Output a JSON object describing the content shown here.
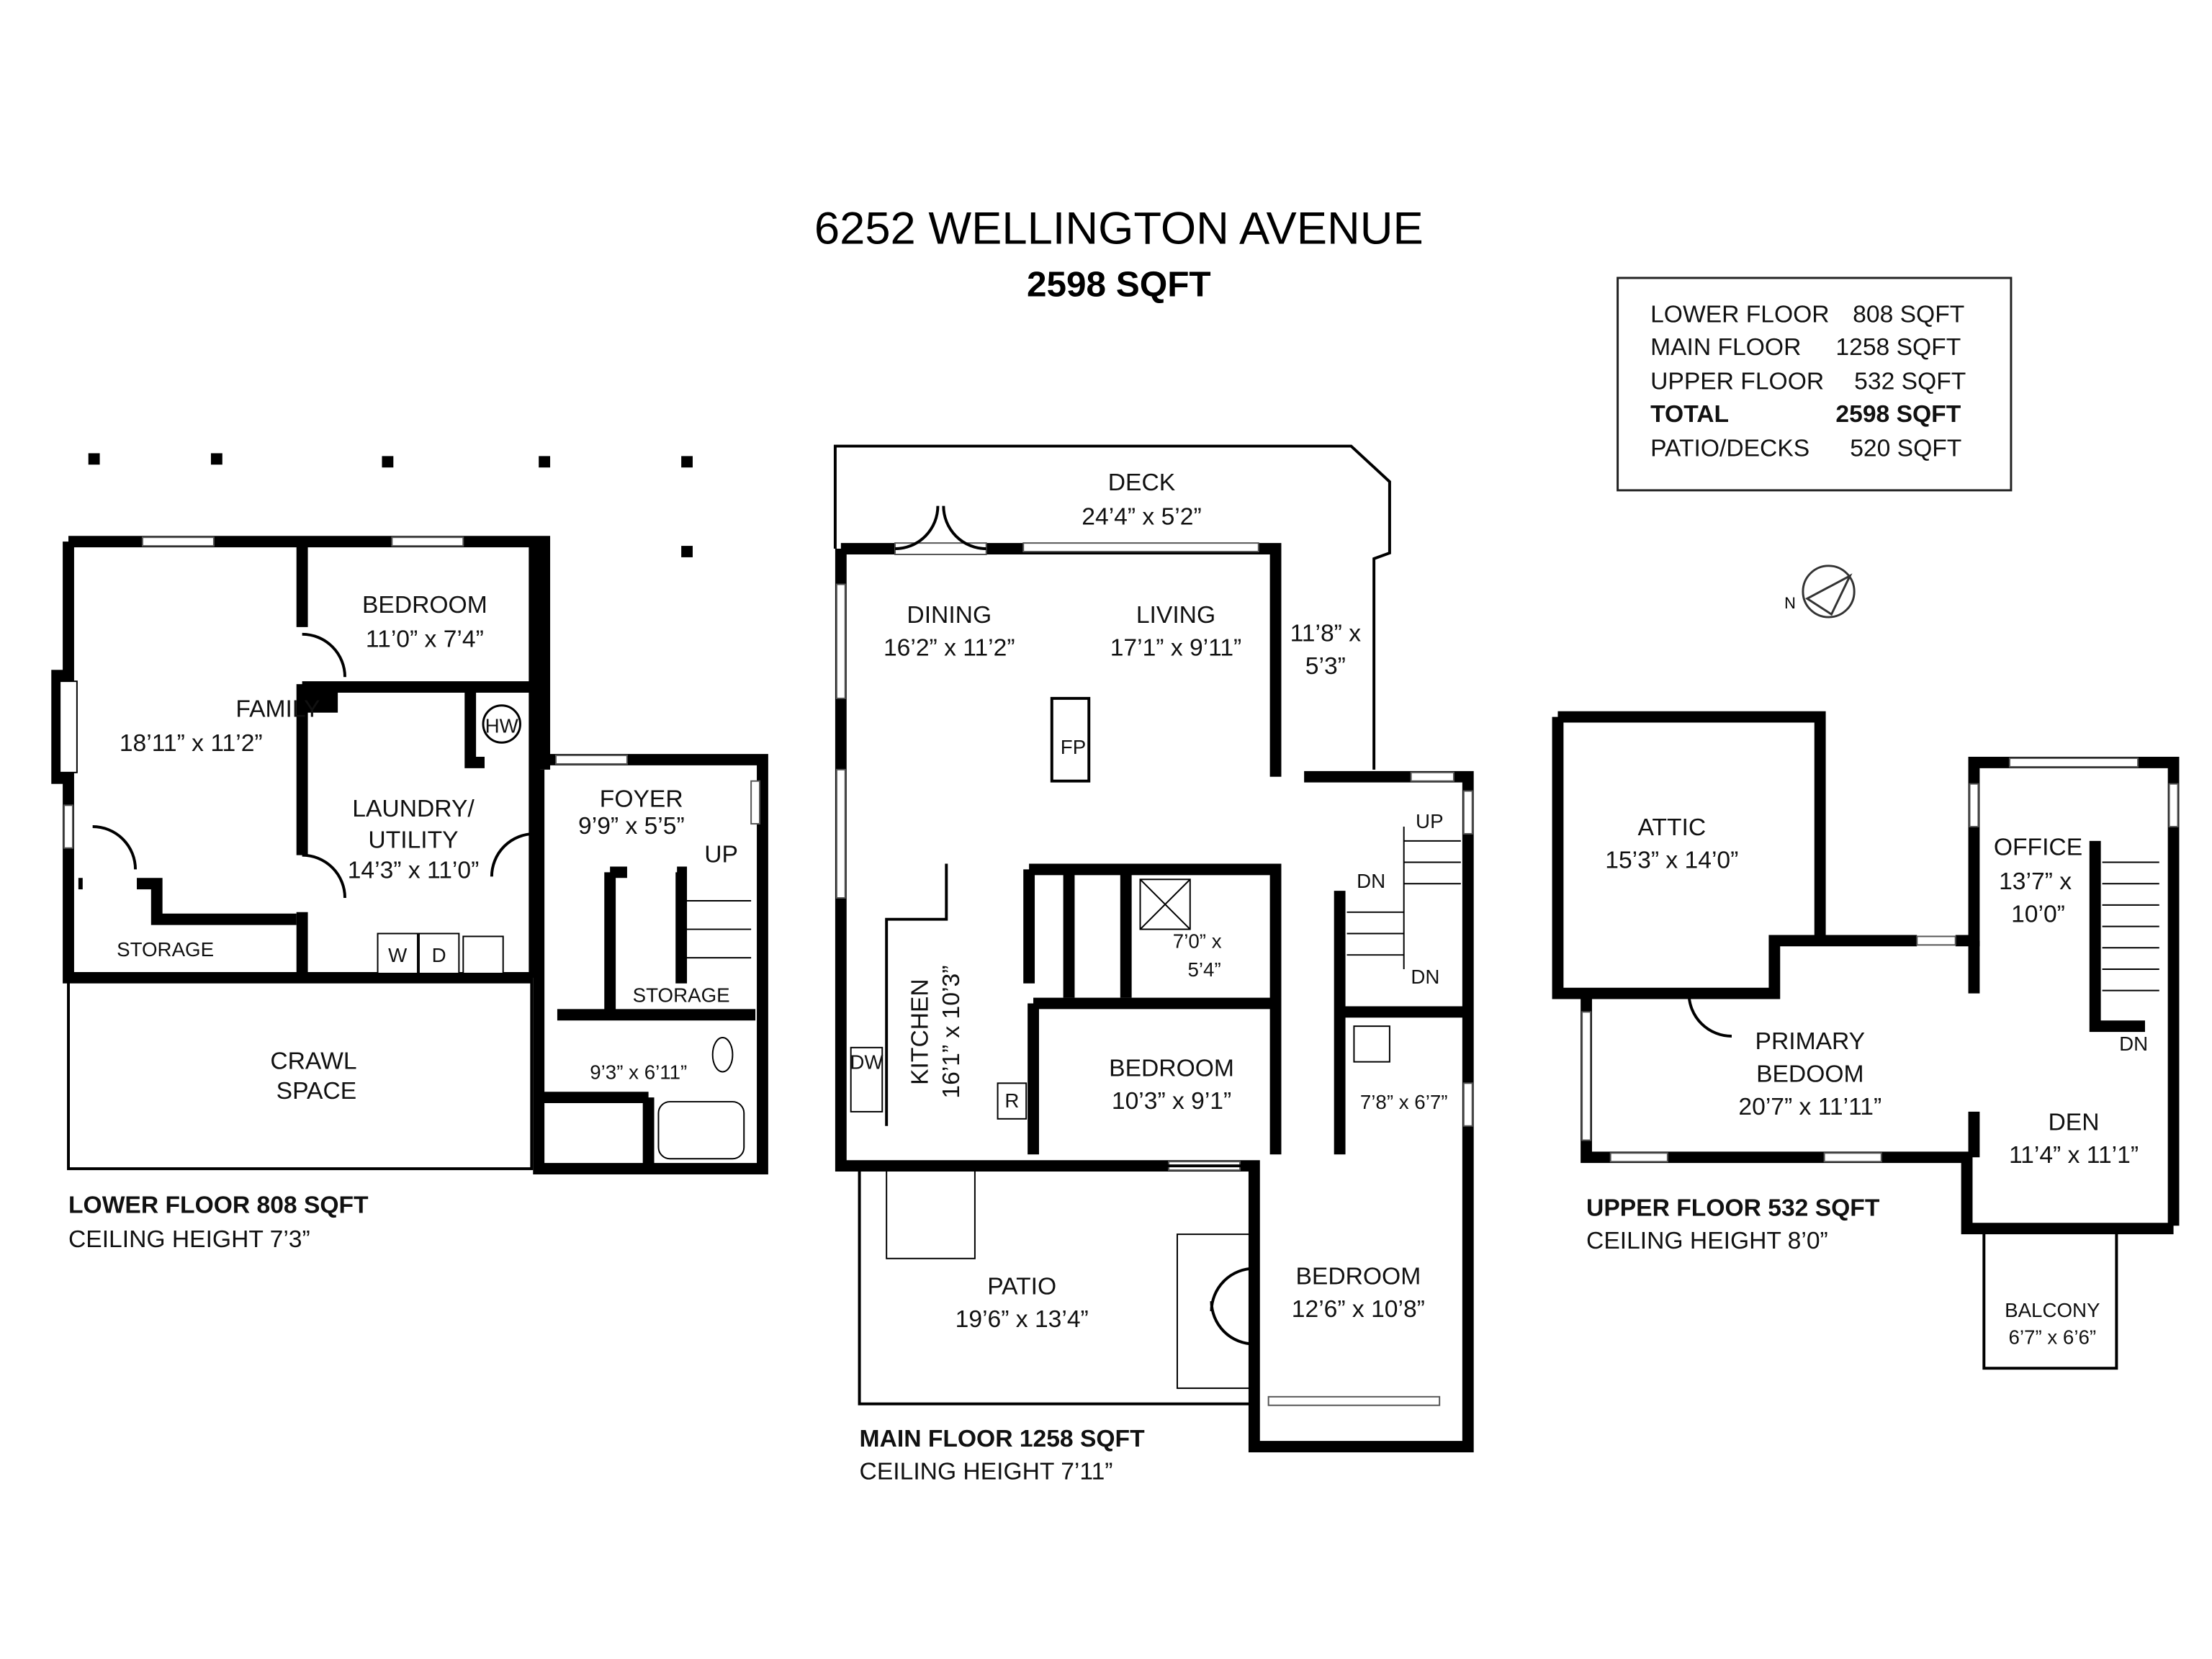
{
  "header": {
    "address": "6252 WELLINGTON AVENUE",
    "total": "2598 SQFT"
  },
  "summary": [
    {
      "label": "LOWER FLOOR",
      "value": "808 SQFT",
      "bold": false
    },
    {
      "label": "MAIN FLOOR",
      "value": "1258 SQFT",
      "bold": false
    },
    {
      "label": "UPPER FLOOR",
      "value": "532 SQFT",
      "bold": false
    },
    {
      "label": "TOTAL",
      "value": "2598 SQFT",
      "bold": true
    },
    {
      "label": "PATIO/DECKS",
      "value": "520 SQFT",
      "bold": false
    }
  ],
  "compass": {
    "label": "N"
  },
  "lower": {
    "title": "LOWER FLOOR 808 SQFT",
    "ceiling": "CEILING HEIGHT 7’3”",
    "bedroom": {
      "name": "BEDROOM",
      "dims": "11’0” x 7’4”"
    },
    "family": {
      "name": "FAMILY",
      "dims": "18’11” x 11’2”"
    },
    "laundry": {
      "name1": "LAUNDRY/",
      "name2": "UTILITY",
      "dims": "14’3” x 11’0”"
    },
    "foyer": {
      "name": "FOYER",
      "dims": "9’9” x 5’5”"
    },
    "storage1": "STORAGE",
    "storage2": "STORAGE",
    "crawl": {
      "name1": "CRAWL",
      "name2": "SPACE"
    },
    "bath": "9’3” x 6’11”",
    "hw": "HW",
    "w": "W",
    "d": "D",
    "up": "UP"
  },
  "main": {
    "title": "MAIN FLOOR 1258 SQFT",
    "ceiling": "CEILING HEIGHT 7’11”",
    "deck": {
      "name": "DECK",
      "dims": "24’4” x 5’2”"
    },
    "dining": {
      "name": "DINING",
      "dims": "16’2” x 11’2”"
    },
    "living": {
      "name": "LIVING",
      "dims": "17’1” x 9’11”"
    },
    "entry": {
      "dims1": "11’8” x",
      "dims2": "5’3”"
    },
    "kitchen": {
      "name": "KITCHEN",
      "dims": "16’1” x 10’3”"
    },
    "bath1": {
      "dims1": "7’0” x",
      "dims2": "5’4”"
    },
    "bedroom1": {
      "name": "BEDROOM",
      "dims": "10’3” x 9’1”"
    },
    "bath2": "7’8” x 6’7”",
    "bedroom2": {
      "name": "BEDROOM",
      "dims": "12’6” x 10’8”"
    },
    "patio": {
      "name": "PATIO",
      "dims": "19’6” x 13’4”"
    },
    "fp": "FP",
    "dw": "DW",
    "r": "R",
    "up": "UP",
    "dn1": "DN",
    "dn2": "DN"
  },
  "upper": {
    "title": "UPPER FLOOR 532 SQFT",
    "ceiling": "CEILING HEIGHT 8’0”",
    "attic": {
      "name": "ATTIC",
      "dims": "15’3” x 14’0”"
    },
    "office": {
      "name": "OFFICE",
      "dims1": "13’7” x",
      "dims2": "10’0”"
    },
    "primary": {
      "name1": "PRIMARY",
      "name2": "BEDOOM",
      "dims": "20’7” x 11’11”"
    },
    "den": {
      "name": "DEN",
      "dims": "11’4” x 11’1”"
    },
    "balcony": {
      "name": "BALCONY",
      "dims": "6’7” x 6’6”"
    },
    "dn": "DN"
  }
}
